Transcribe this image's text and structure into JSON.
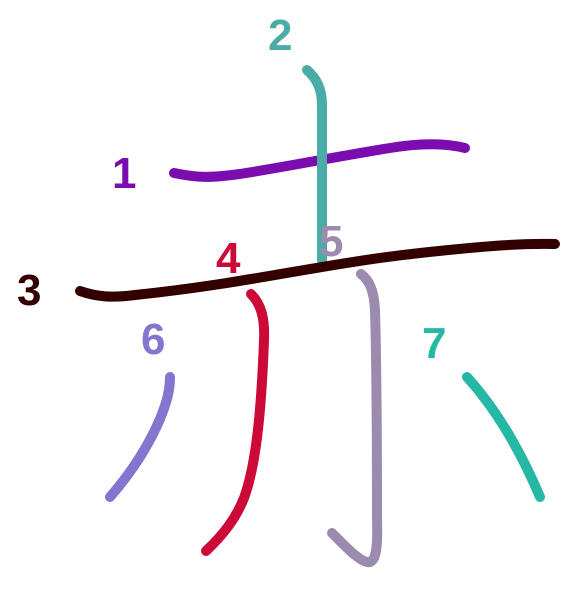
{
  "strokes": [
    {
      "number": "1",
      "color": "#7a0cb0"
    },
    {
      "number": "2",
      "color": "#49aca7"
    },
    {
      "number": "3",
      "color": "#330000"
    },
    {
      "number": "4",
      "color": "#cc0a37"
    },
    {
      "number": "5",
      "color": "#9b8bae"
    },
    {
      "number": "6",
      "color": "#8475cf"
    },
    {
      "number": "7",
      "color": "#25b8a4"
    }
  ]
}
